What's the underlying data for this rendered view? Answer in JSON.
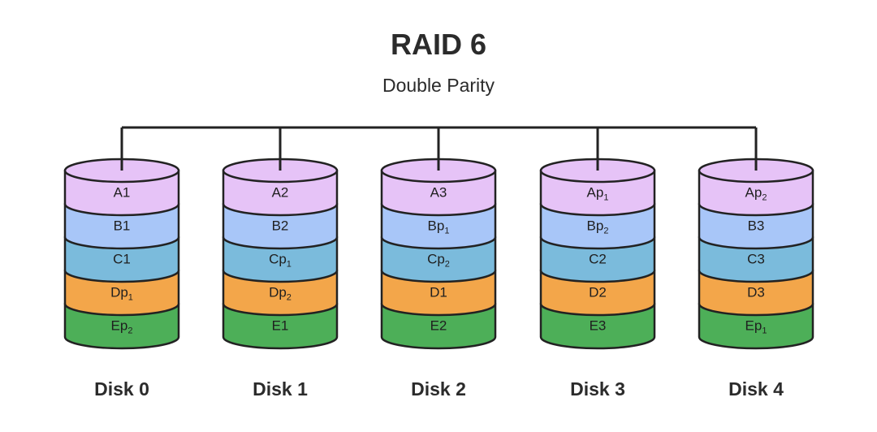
{
  "title": "RAID 6",
  "subtitle": "Double Parity",
  "colors": {
    "A": "#e6c3f7",
    "B": "#a8c6f8",
    "C": "#7bbbdc",
    "D": "#f3a64a",
    "E": "#4daf58",
    "outline": "#222222"
  },
  "disks": [
    {
      "name": "Disk 0",
      "blocks": [
        {
          "row": "A",
          "label": "A1",
          "sub": ""
        },
        {
          "row": "B",
          "label": "B1",
          "sub": ""
        },
        {
          "row": "C",
          "label": "C1",
          "sub": ""
        },
        {
          "row": "D",
          "label": "Dp",
          "sub": "1"
        },
        {
          "row": "E",
          "label": "Ep",
          "sub": "2"
        }
      ]
    },
    {
      "name": "Disk 1",
      "blocks": [
        {
          "row": "A",
          "label": "A2",
          "sub": ""
        },
        {
          "row": "B",
          "label": "B2",
          "sub": ""
        },
        {
          "row": "C",
          "label": "Cp",
          "sub": "1"
        },
        {
          "row": "D",
          "label": "Dp",
          "sub": "2"
        },
        {
          "row": "E",
          "label": "E1",
          "sub": ""
        }
      ]
    },
    {
      "name": "Disk 2",
      "blocks": [
        {
          "row": "A",
          "label": "A3",
          "sub": ""
        },
        {
          "row": "B",
          "label": "Bp",
          "sub": "1"
        },
        {
          "row": "C",
          "label": "Cp",
          "sub": "2"
        },
        {
          "row": "D",
          "label": "D1",
          "sub": ""
        },
        {
          "row": "E",
          "label": "E2",
          "sub": ""
        }
      ]
    },
    {
      "name": "Disk 3",
      "blocks": [
        {
          "row": "A",
          "label": "Ap",
          "sub": "1"
        },
        {
          "row": "B",
          "label": "Bp",
          "sub": "2"
        },
        {
          "row": "C",
          "label": "C2",
          "sub": ""
        },
        {
          "row": "D",
          "label": "D2",
          "sub": ""
        },
        {
          "row": "E",
          "label": "E3",
          "sub": ""
        }
      ]
    },
    {
      "name": "Disk 4",
      "blocks": [
        {
          "row": "A",
          "label": "Ap",
          "sub": "2"
        },
        {
          "row": "B",
          "label": "B3",
          "sub": ""
        },
        {
          "row": "C",
          "label": "C3",
          "sub": ""
        },
        {
          "row": "D",
          "label": "D3",
          "sub": ""
        },
        {
          "row": "E",
          "label": "Ep",
          "sub": "1"
        }
      ]
    }
  ]
}
